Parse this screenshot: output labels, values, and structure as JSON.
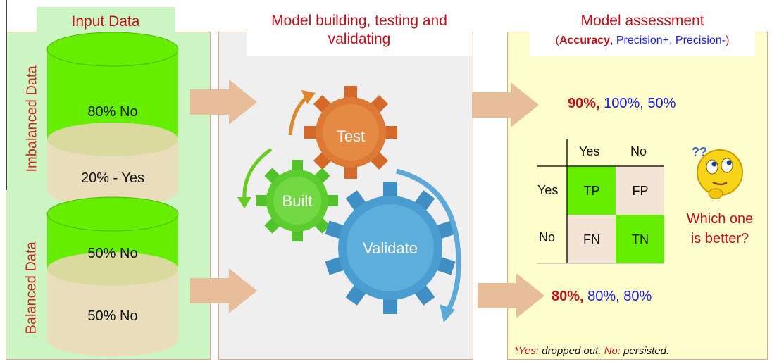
{
  "input": {
    "title": "Input Data"
  },
  "model": {
    "title": "Model building, testing and validating"
  },
  "assessment": {
    "title": "Model assessment",
    "metrics": {
      "open": "(",
      "accuracy": "Accuracy",
      "sep1": ", ",
      "precision_pos": "Precision+",
      "sep2": ", ",
      "precision_neg": "Precision-",
      "close": ")"
    }
  },
  "imbalanced": {
    "label": "Imbalanced Data",
    "top": "80% No",
    "bottom": "20% - Yes",
    "result": {
      "accuracy": "90%,",
      "rest": " 100%, 50%"
    }
  },
  "balanced": {
    "label": "Balanced Data",
    "top": "50% No",
    "bottom": "50% No",
    "result": {
      "accuracy": "80%,",
      "rest": " 80%, 80%"
    }
  },
  "gears": {
    "test": "Test",
    "built": "Built",
    "validate": "Validate"
  },
  "matrix": {
    "col_headers": [
      "Yes",
      "No"
    ],
    "row_headers": [
      "Yes",
      "No"
    ],
    "cells": [
      "TP",
      "FP",
      "FN",
      "TN"
    ]
  },
  "question": {
    "line1": "Which one",
    "line2": "is better?",
    "marks": "??"
  },
  "footnote": {
    "yes": "*Yes:",
    "yes_text": " dropped out, ",
    "no": "No:",
    "no_text": " persisted."
  },
  "colors": {
    "green_panel": "#ccf5c3",
    "gray_panel": "#efefef",
    "yellow_panel": "#fefdcc",
    "arrow": "#e8bd9a",
    "accent_red": "#c0101a",
    "accent_blue": "#1a1aee",
    "cell_green": "#66ee00",
    "cell_beige": "#f3e4d6"
  }
}
